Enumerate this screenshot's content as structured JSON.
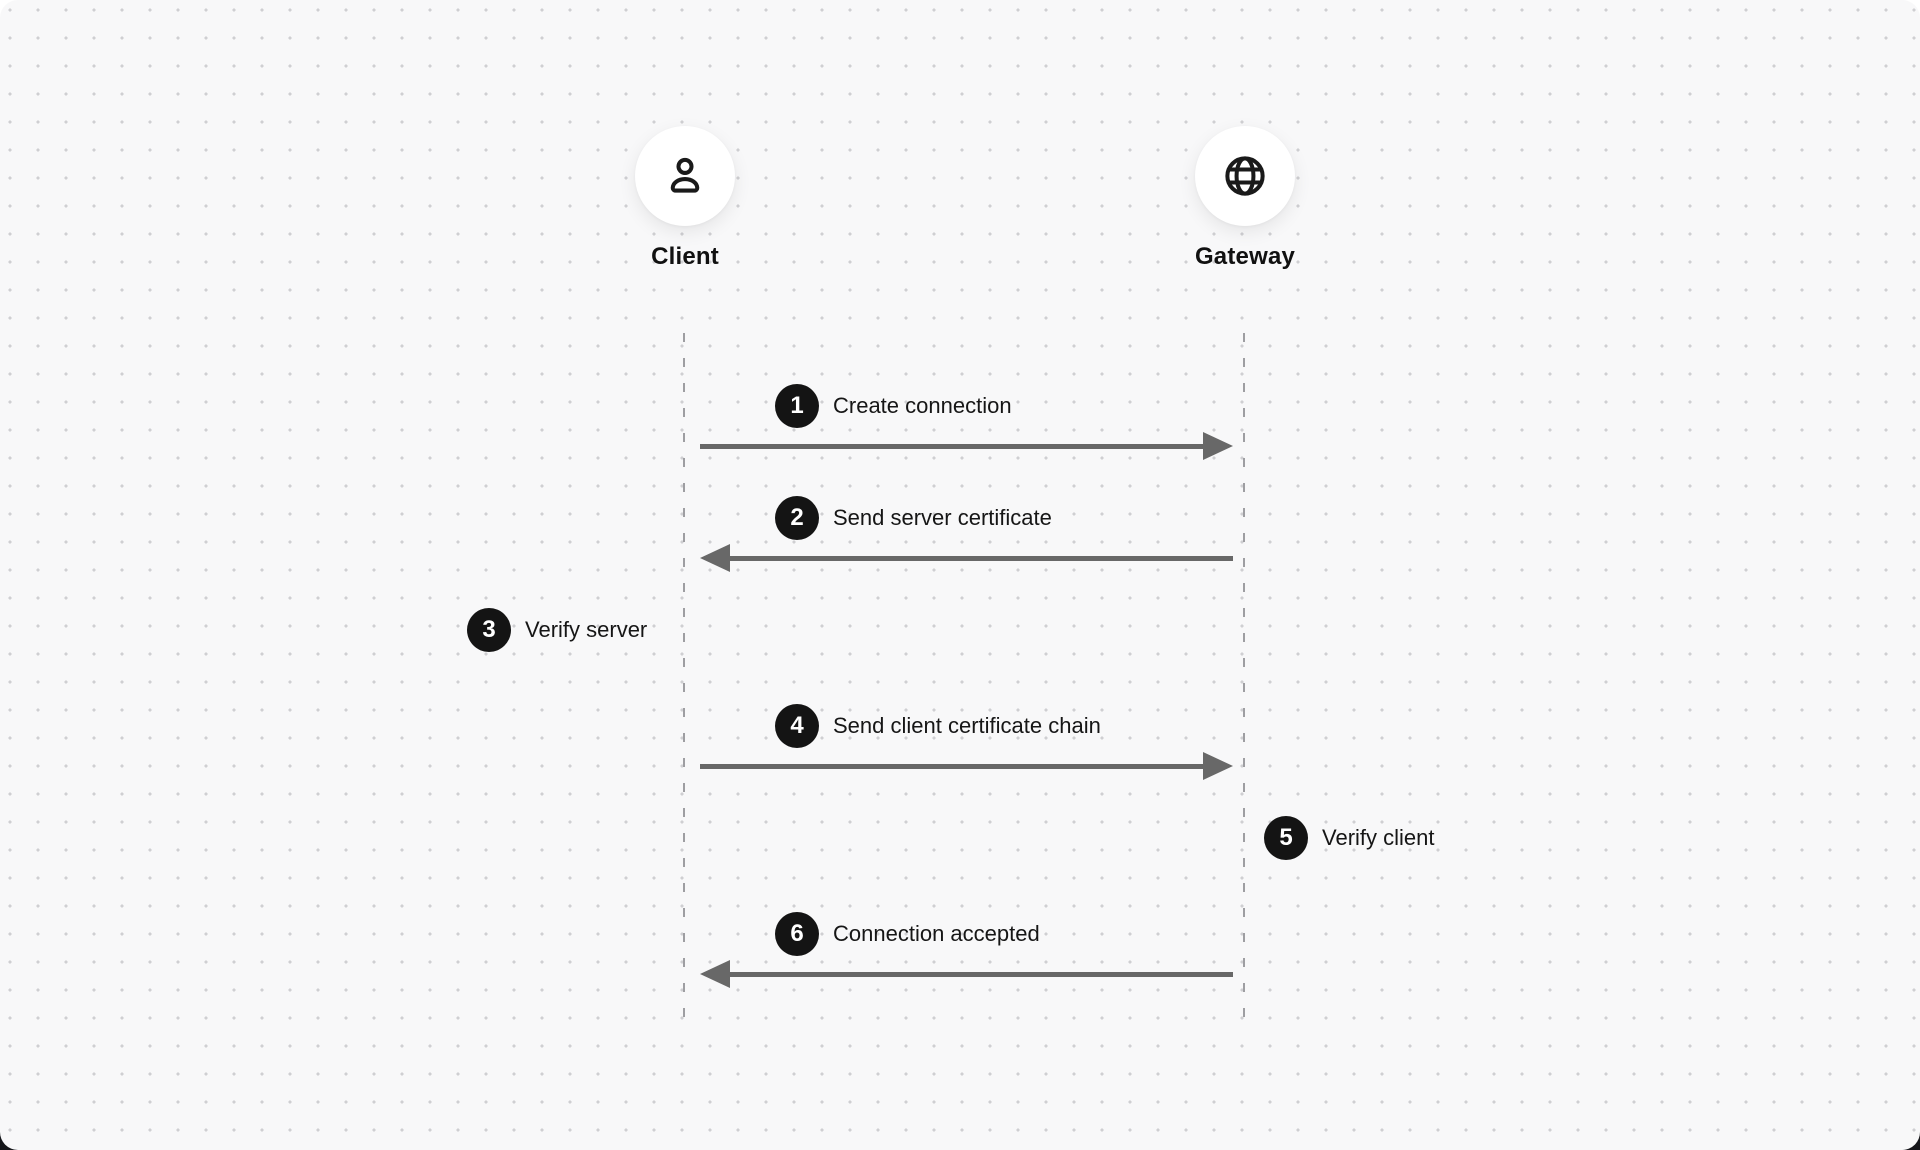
{
  "diagram": {
    "type": "sequence-diagram",
    "actors": [
      {
        "id": "client",
        "label": "Client",
        "icon": "user-icon"
      },
      {
        "id": "gateway",
        "label": "Gateway",
        "icon": "globe-icon"
      }
    ],
    "steps": [
      {
        "num": "1",
        "label": "Create connection",
        "from": "client",
        "to": "gateway",
        "arrow": "right"
      },
      {
        "num": "2",
        "label": "Send server certificate",
        "from": "gateway",
        "to": "client",
        "arrow": "left"
      },
      {
        "num": "3",
        "label": "Verify server",
        "actor": "client",
        "arrow": "none"
      },
      {
        "num": "4",
        "label": "Send client certificate chain",
        "from": "client",
        "to": "gateway",
        "arrow": "right"
      },
      {
        "num": "5",
        "label": "Verify client",
        "actor": "gateway",
        "arrow": "none"
      },
      {
        "num": "6",
        "label": "Connection accepted",
        "from": "gateway",
        "to": "client",
        "arrow": "left"
      }
    ],
    "colors": {
      "canvas_background": "#f8f8f9",
      "grid_dot": "#cfcfd2",
      "node_fill": "#ffffff",
      "icon_ink": "#1a1a1a",
      "badge_background": "#141414",
      "badge_text": "#ffffff",
      "label_text": "#161616",
      "arrow": "#686868",
      "lifeline": "#9e9ea2",
      "outer_bottom_edge": "#15161a"
    }
  }
}
